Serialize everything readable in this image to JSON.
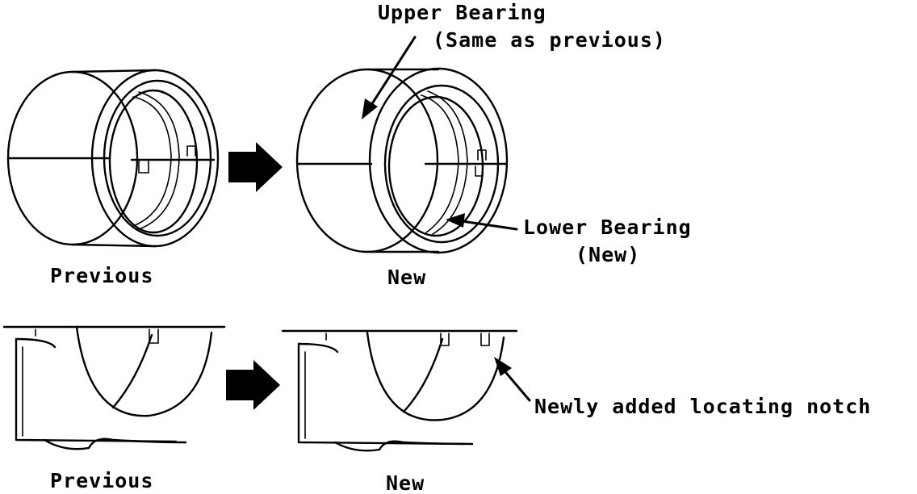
{
  "labels": {
    "upper_bearing": "Upper Bearing",
    "upper_bearing_note": "(Same as previous)",
    "lower_bearing": "Lower Bearing",
    "lower_bearing_note": "(New)",
    "previous_top": "Previous",
    "new_top": "New",
    "previous_bottom": "Previous",
    "new_bottom": "New",
    "notch_callout": "Newly added locating notch"
  },
  "colors": {
    "ink": "#000000",
    "background": "#ffffff"
  }
}
